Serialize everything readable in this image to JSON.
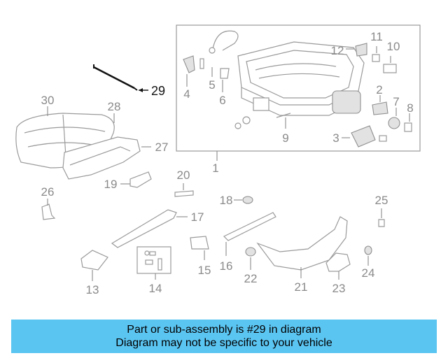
{
  "callouts": {
    "c1": "1",
    "c2": "2",
    "c3": "3",
    "c4": "4",
    "c5": "5",
    "c6": "6",
    "c7": "7",
    "c8": "8",
    "c9": "9",
    "c10": "10",
    "c11": "11",
    "c12": "12",
    "c13": "13",
    "c14": "14",
    "c15": "15",
    "c16": "16",
    "c17": "17",
    "c18": "18",
    "c19": "19",
    "c20": "20",
    "c21": "21",
    "c22": "22",
    "c23": "23",
    "c24": "24",
    "c25": "25",
    "c26": "26",
    "c27": "27",
    "c28": "28",
    "c29": "29",
    "c30": "30"
  },
  "highlighted_part": "29",
  "colors": {
    "banner_bg": "#5bc5f2",
    "highlight": "#111111",
    "parts": "#9a9a9a"
  },
  "banner": {
    "line1": "Part or sub-assembly is #29 in diagram",
    "line2": "Diagram may not be specific to your vehicle"
  }
}
